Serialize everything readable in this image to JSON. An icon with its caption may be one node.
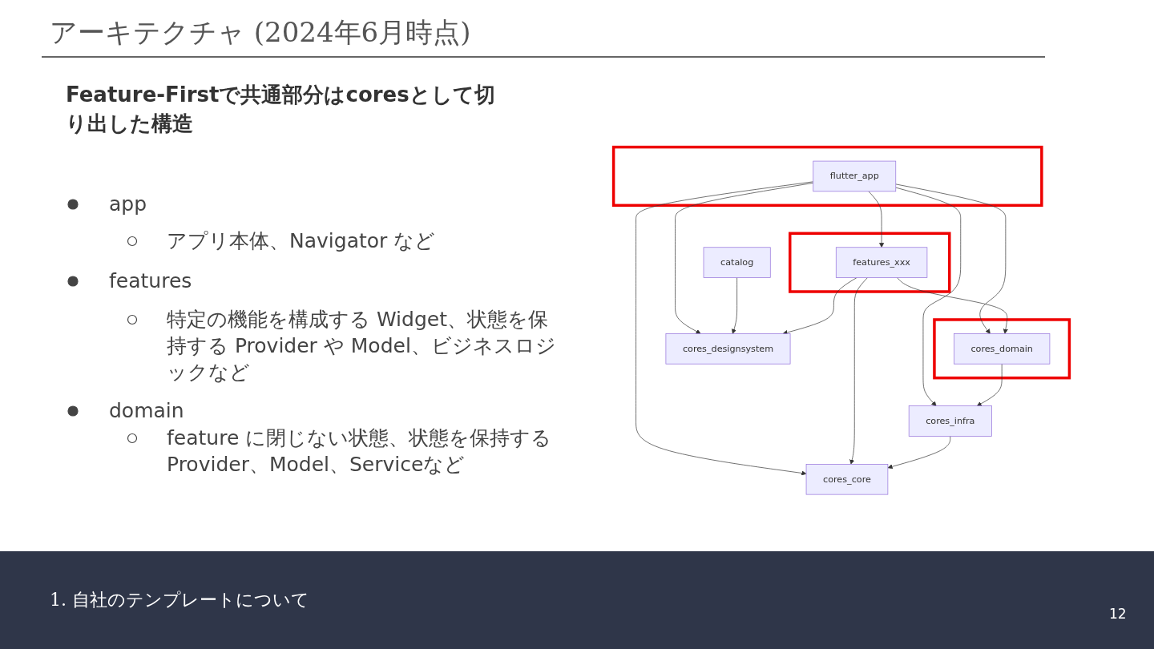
{
  "diagram": {
    "title": "アーキテクチャ (2024年6月時点)",
    "nodes": [
      {
        "text": [],
        "shape": "box"
      },
      {
        "text": [
          "flutter_app"
        ],
        "in": 0
      },
      {
        "text": [
          "catalog"
        ]
      },
      {
        "text": [],
        "shape": "box"
      },
      {
        "text": [
          "features_xxx"
        ],
        "in": 3
      },
      {
        "text": [
          "cores_designsystem"
        ]
      },
      {
        "text": [],
        "shape": "box"
      },
      {
        "text": [
          "cores_domain"
        ],
        "in": 6
      },
      {
        "text": [
          "cores_infra"
        ]
      },
      {
        "text": [
          "cores_core"
        ]
      }
    ],
    "edges": [
      {
        "from": 1,
        "to": 5,
        "arrow": "to"
      },
      {
        "from": 1,
        "to": 4,
        "arrow": "to"
      },
      {
        "from": 1,
        "to": 7,
        "arrow": "to"
      },
      {
        "from": 1,
        "to": 8,
        "arrow": "to"
      },
      {
        "from": 1,
        "to": 9,
        "arrow": "to"
      },
      {
        "from": 2,
        "to": 5,
        "arrow": "to"
      },
      {
        "from": 4,
        "to": 5,
        "arrow": "to"
      },
      {
        "from": 4,
        "to": 7,
        "arrow": "to"
      },
      {
        "from": 4,
        "to": 9,
        "arrow": "to"
      },
      {
        "from": 7,
        "to": 8,
        "arrow": "to"
      },
      {
        "from": 8,
        "to": 9,
        "arrow": "to"
      }
    ],
    "labels": [
      "Feature-Firstで共通部分はcoresとして切り出した構造",
      "app",
      "アプリ本体、Navigator など",
      "features",
      "特定の機能を構成する Widget、状態を保持する Provider や Model、ビジネスロジックなど",
      "domain",
      "feature に閉じない状態、状態を保持する Provider、Model、Serviceなど",
      "1. 自社のテンプレートについて",
      "12"
    ]
  }
}
